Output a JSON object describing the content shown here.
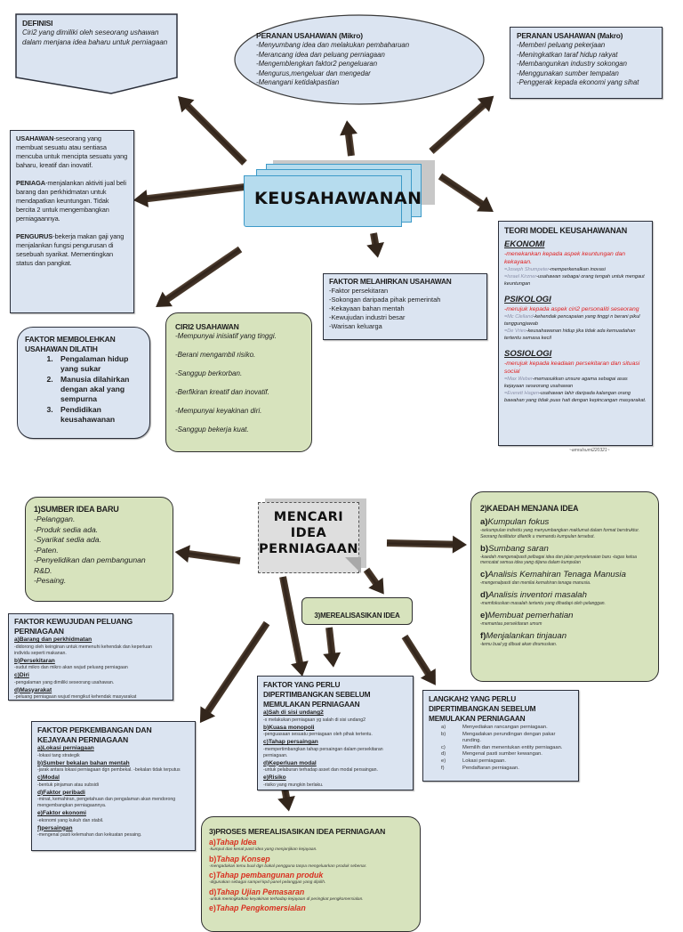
{
  "top": {
    "center_title": "KEUSAHAWANAN",
    "definisi": {
      "title": "DEFINISI",
      "text": "Ciri2 yang dimiliki oleh seseorang ushawan dalam menjana idea baharu untuk perniagaan"
    },
    "mikro": {
      "title": "PERANAN USAHAWAN (Mikro)",
      "items": [
        "-Menyumbang idea dan melakukan pembaharuan",
        "-Merancang idea dan peluang perniagaan",
        "-Mengemblengkan faktor2 pengeluaran",
        "-Mengurus,mengeluar dan mengedar",
        "-Menangani ketidakpastian"
      ]
    },
    "makro": {
      "title": "PERANAN USAHAWAN (Makro)",
      "items": [
        "-Memberi peluang pekerjaan",
        "-Meningkatkan taraf hidup rakyat",
        "-Membangunkan industry sokongan",
        "-Menggunakan sumber tempatan",
        "-Penggerak kepada ekonomi yang sihat"
      ]
    },
    "usahawan_def": {
      "paragraphs": [
        {
          "term": "USAHAWAN",
          "text": "-seseorang yang membuat sesuatu atau sentiasa mencuba untuk mencipta sesuatu yang baharu, kreatif dan inovatif."
        },
        {
          "term": "PENIAGA",
          "text": "-menjalankan aktiviti jual beli barang dan perkhidmatan untuk mendapatkan keuntungan. Tidak bercita 2 untuk mengembangkan perniagaannya."
        },
        {
          "term": "PENGURUS",
          "text": "-bekerja makan gaji yang menjalankan fungsi pengurusan di sesebuah syarikat. Mementingkan status dan pangkat."
        }
      ]
    },
    "faktor_melahirkan": {
      "title": "FAKTOR MELAHIRKAN USAHAWAN",
      "items": [
        "-Faktor persekitaran",
        "-Sokongan daripada pihak pemerintah",
        "-Kekayaan bahan mentah",
        "-Kewujudan industri besar",
        "-Warisan keluarga"
      ]
    },
    "ciri2": {
      "title": "CIRI2 USAHAWAN",
      "items": [
        "-Mempunyai inisiatif yang tinggi.",
        "-Berani mengambil risiko.",
        "-Sanggup berkorban.",
        "-Berfikiran kreatif dan inovatif.",
        "-Mempunyai keyakinan diri.",
        "-Sanggup bekerja kuat."
      ]
    },
    "dilatih": {
      "title": "FAKTOR MEMBOLEHKAN USAHAWAN DILATIH",
      "items": [
        "Pengalaman hidup yang sukar",
        "Manusia dilahirkan dengan akal  yang sempurna",
        "Pendidikan keusahawanan"
      ]
    },
    "teori": {
      "title": "TEORI MODEL KEUSAHAWANAN",
      "sections": [
        {
          "heading": "EKONOMI",
          "desc": "-menekankan kepada aspek keuntungan dan kekayaan.",
          "refs": [
            {
              "name": "=Joseph Shumpeter",
              "text": "-memperkenalkan inovasi"
            },
            {
              "name": "=Israel Kirzner",
              "text": "-usahawan sebagai orang tengah untuk mengaut keuntungan"
            }
          ]
        },
        {
          "heading": "PSIKOLOGI",
          "desc": "-merujuk kepada aspek ciri2 personaliti seseorang",
          "refs": [
            {
              "name": "=Mc Clelland",
              "text": "-kehendak pencapaian yang tinggi n berani pikul tanggungjawab"
            },
            {
              "name": "=De Vries",
              "text": "-keusahawanan hidup jika tidak ada kemuadahan tertentu semasa kecil"
            }
          ]
        },
        {
          "heading": "SOSIOLOGI",
          "desc": "-merujuk kepada keadaan persekitaran dan situasi social",
          "refs": [
            {
              "name": "=Max Weber",
              "text": "-memasukkan unsure agama sebagai asas kejayaan seseorang usahawan"
            },
            {
              "name": "=Everett Hagen",
              "text": "-usahawan lahir daripada kalangan orang bawahan yang tidak puas hati dengan kepincangan masyarakat."
            }
          ]
        }
      ],
      "credit": "~amrulsumi220321~"
    }
  },
  "bottom": {
    "center_title": [
      "MENCARI",
      "IDEA",
      "PERNIAGAAN"
    ],
    "sumber": {
      "title": "1)SUMBER IDEA BARU",
      "items": [
        "-Pelanggan.",
        "-Produk sedia ada.",
        "-Syarikat sedia ada.",
        "-Paten.",
        "-Penyelidikan dan pembangunan R&D.",
        "-Pesaing."
      ]
    },
    "merealisasikan_label": "3)MEREALISASIKAN IDEA",
    "kaedah": {
      "title": "2)KAEDAH MENJANA IDEA",
      "items": [
        {
          "letter": "a)",
          "heading": "Kumpulan fokus",
          "desc": "-sekumpulan individu yang menyumbangkan maklumat dalam format berstruktur. Seorang fasilitator dilantik u memandu kumpulan tersebut."
        },
        {
          "letter": "b)",
          "heading": "Sumbang saran",
          "desc": "-kaedah mengenalpasti pelbagai idea dan jalan penyelesaian baru -tugas ketua mencatat semua idea yang dijana dalam kumpulan"
        },
        {
          "letter": "c)",
          "heading": "Analisis Kemahiran Tenaga Manusia",
          "desc": "-mengenalpasti dan menilai kemahiran tenaga manusia."
        },
        {
          "letter": "d)",
          "heading": "Analisis inventori masalah",
          "desc": "-memfokuskan masalah tertentu yang dihadapi oleh pelanggan."
        },
        {
          "letter": "e)",
          "heading": "Membuat pemerhatian",
          "desc": "-memantau persekitaran umum"
        },
        {
          "letter": "f)",
          "heading": "Menjalankan tinjauan",
          "desc": "-temu bual yg dibuat akan dirumuskan."
        }
      ]
    },
    "kewujudan": {
      "title": "FAKTOR KEWUJUDAN PELUANG PERNIAGAAN",
      "items": [
        {
          "heading": "a)Barang dan perkhidmatan",
          "desc": "-didorong oleh keinginan untuk memenuhi kehendak dan keperluan individu seperti makanan."
        },
        {
          "heading": "b)Persekitaran",
          "desc": "-sudut mikro dan mikro akan wujud peluang perniagaan"
        },
        {
          "heading": "c)Diri",
          "desc": "-pengalaman yang dimiliki seseorang usahawan."
        },
        {
          "heading": "d)Masyarakat",
          "desc": "-peluang perniagaan wujud mengikut kehendak masyarakat"
        }
      ]
    },
    "dipertimbangkan": {
      "title": "FAKTOR YANG PERLU DIPERTIMBANGKAN SEBELUM MEMULAKAN  PERNIAGAAN",
      "items": [
        {
          "heading": "a)Sah di sisi undang2",
          "desc": "-x melakukan perniagaan yg salah di sisi undang2"
        },
        {
          "heading": "b)Kuasa monopoli",
          "desc": "-penguasaan sesuatu perniagaan oleh pihak tertentu."
        },
        {
          "heading": "c)Tahap persaingan",
          "desc": "-mempertimbangkan tahap persaingan dalam persekitaran perniagaan."
        },
        {
          "heading": "d)Keperluan modal",
          "desc": "-untuk pelaburan terhadap asset dan modal persaingan."
        },
        {
          "heading": "e)Risiko",
          "desc": "-risiko yang mungkin berlaku."
        }
      ]
    },
    "langkah": {
      "title": "LANGKAH2 YANG PERLU DIPERTIMBANGKAN SEBELUM MEMULAKAN PERNIAGAAN",
      "items": [
        {
          "letter": "a)",
          "text": "Menyediakan rancangan perniagaan."
        },
        {
          "letter": "b)",
          "text": "Mengadakan perundingan dengan pakar runding."
        },
        {
          "letter": "c)",
          "text": "Memilih dan menentukan entity perniagaan."
        },
        {
          "letter": "d)",
          "text": "Mengenal pasti sumber kewangan."
        },
        {
          "letter": "e)",
          "text": "Lokasi perniagaan."
        },
        {
          "letter": "f)",
          "text": "Pendaftaran perniagaan."
        }
      ]
    },
    "perkembangan": {
      "title": "FAKTOR PERKEMBANGAN DAN KEJAYAAN PERNIAGAAN",
      "items": [
        {
          "heading": "a)Lokasi perniagaan",
          "desc": "-lokasi tang strategik"
        },
        {
          "heading": "b)Sumber bekalan bahan mentah",
          "desc": "-jarak antara lokasi perniagaan dgn pembekal. -bekalan tidak terputus"
        },
        {
          "heading": "c)Modal",
          "desc": "-bentuk pinjaman atau subsidi"
        },
        {
          "heading": "d)Faktor peribadi",
          "desc": "-minat, kemahiran, pengetahuan dan pengalaman akan mendorong mengembangkan perniagaannya."
        },
        {
          "heading": "e)Faktor ekonomi",
          "desc": "-ekonomi yang kukuh dan stabil."
        },
        {
          "heading": "f)persaingan",
          "desc": "-mengenal pasti kelemahan dan kekuatan pesaing."
        }
      ]
    },
    "proses": {
      "title": "3)PROSES MEREALISASIKAN IDEA PERNIAGAAN",
      "items": [
        {
          "letter": "a)",
          "heading": "Tahap Idea",
          "desc": "-kumpul dan kenal pasti idea yang menjanjikan kejayaan."
        },
        {
          "letter": "b)",
          "heading": "Tahap Konsep",
          "desc": "-mengadakan temu bual dgn bakal pengguna tanpa mengeluarkan produk sebenar."
        },
        {
          "letter": "c)",
          "heading": "Tahap pembangunan produk",
          "desc": "-digunakan sebagai sampel kpd panel pelanggan yang dipilih."
        },
        {
          "letter": "d)",
          "heading": "Tahap Ujian Pemasaran",
          "desc": "-untuk meningkatkan keyakinan terhadap kejayaan di peringkat pengkomersialan."
        },
        {
          "letter": "e)",
          "heading": "Tahap Pengkomersialan",
          "desc": ""
        }
      ]
    }
  }
}
